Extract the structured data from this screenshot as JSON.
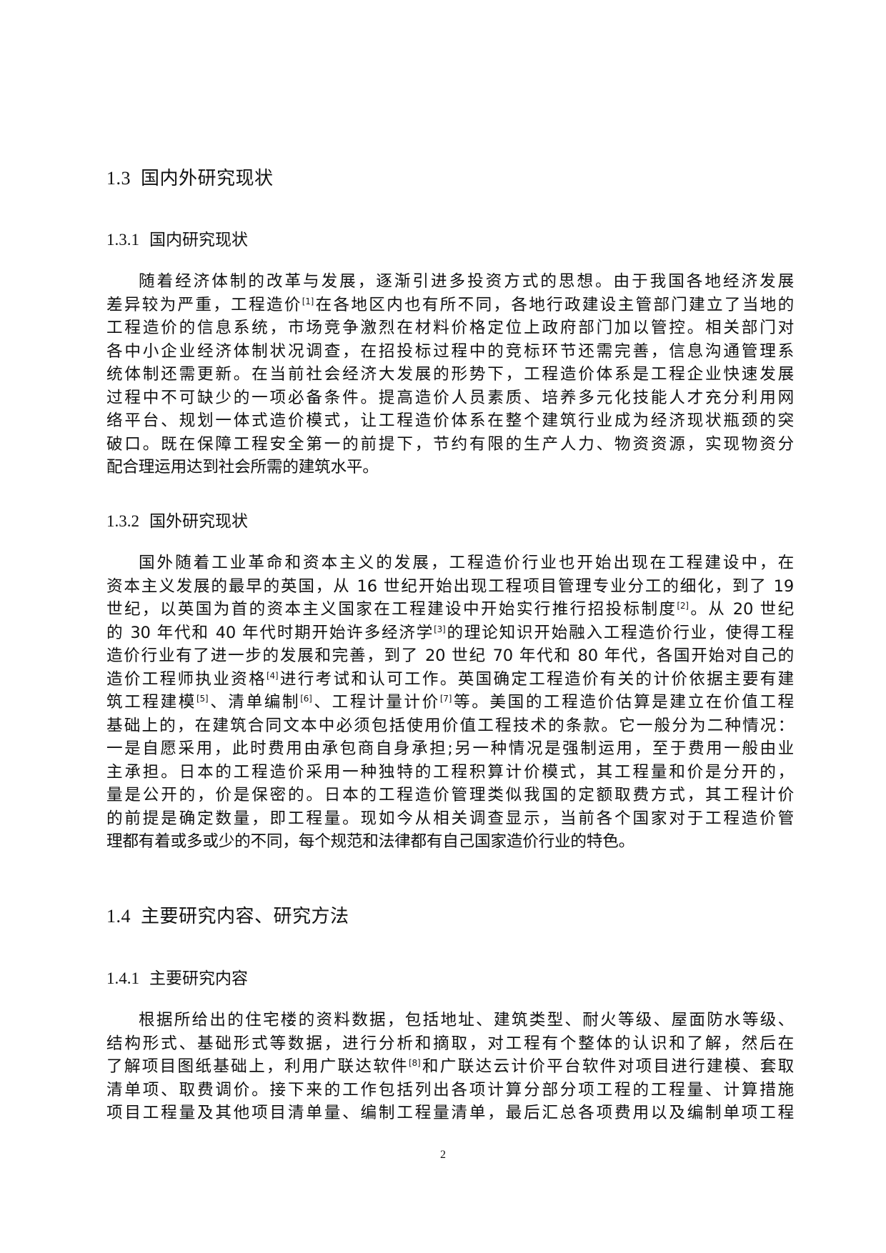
{
  "document": {
    "page_number": "2",
    "sections": [
      {
        "id": "1.3",
        "number": "1.3",
        "title": "国内外研究现状"
      },
      {
        "id": "1.3.1",
        "number": "1.3.1",
        "title": "国内研究现状"
      },
      {
        "id": "1.3.2",
        "number": "1.3.2",
        "title": "国外研究现状"
      },
      {
        "id": "1.4",
        "number": "1.4",
        "title": "主要研究内容、研究方法"
      },
      {
        "id": "1.4.1",
        "number": "1.4.1",
        "title": "主要研究内容"
      }
    ],
    "p1": [
      "随着经济体制的改革与发展，逐渐引进多投资方式的思想。由于我国各地经济发展",
      [
        "差异较为严重，工程造价",
        "[1]",
        "在各地区内也有所不同，各地行政建设主管部门建立了当地的"
      ],
      "工程造价的信息系统，市场竞争激烈在材料价格定位上政府部门加以管控。相关部门对",
      "各中小企业经济体制状况调查，在招投标过程中的竞标环节还需完善，信息沟通管理系",
      "统体制还需更新。在当前社会经济大发展的形势下，工程造价体系是工程企业快速发展",
      "过程中不可缺少的一项必备条件。提高造价人员素质、培养多元化技能人才充分利用网",
      "络平台、规划一体式造价模式，让工程造价体系在整个建筑行业成为经济现状瓶颈的突",
      "破口。既在保障工程安全第一的前提下，节约有限的生产人力、物资资源，实现物资分",
      "配合理运用达到社会所需的建筑水平。"
    ],
    "p2": [
      "国外随着工业革命和资本主义的发展，工程造价行业也开始出现在工程建设中，在",
      "资本主义发展的最早的英国，从 16 世纪开始出现工程项目管理专业分工的细化，到了 19",
      [
        "世纪，以英国为首的资本主义国家在工程建设中开始实行推行招投标制度",
        "[2]",
        "。从 20 世纪"
      ],
      [
        "的 30 年代和 40 年代时期开始许多经济学",
        "[3]",
        "的理论知识开始融入工程造价行业，使得工程"
      ],
      "造价行业有了进一步的发展和完善，到了 20 世纪 70 年代和 80 年代，各国开始对自己的",
      [
        "造价工程师执业资格",
        "[4]",
        "进行考试和认可工作。英国确定工程造价有关的计价依据主要有建"
      ],
      [
        "筑工程建模",
        "[5]",
        "、清单编制",
        "[6]",
        "、工程计量计价",
        "[7]",
        "等。美国的工程造价估算是建立在价值工程"
      ],
      "基础上的，在建筑合同文本中必须包括使用价值工程技术的条款。它一般分为二种情况：",
      "一是自愿采用，此时费用由承包商自身承担;另一种情况是强制运用，至于费用一般由业",
      "主承担。日本的工程造价采用一种独特的工程积算计价模式，其工程量和价是分开的，",
      "量是公开的，价是保密的。日本的工程造价管理类似我国的定额取费方式，其工程计价",
      "的前提是确定数量，即工程量。现如今从相关调查显示，当前各个国家对于工程造价管",
      "理都有着或多或少的不同，每个规范和法律都有自己国家造价行业的特色。"
    ],
    "p3": [
      "根据所给出的住宅楼的资料数据，包括地址、建筑类型、耐火等级、屋面防水等级、",
      "结构形式、基础形式等数据，进行分析和摘取，对工程有个整体的认识和了解，然后在",
      [
        "了解项目图纸基础上，利用广联达软件",
        "[8]",
        "和广联达云计价平台软件对项目进行建模、套取"
      ],
      "清单项、取费调价。接下来的工作包括列出各项计算分部分项工程的工程量、计算措施",
      "项目工程量及其他项目清单量、编制工程量清单，最后汇总各项费用以及编制单项工程"
    ]
  }
}
